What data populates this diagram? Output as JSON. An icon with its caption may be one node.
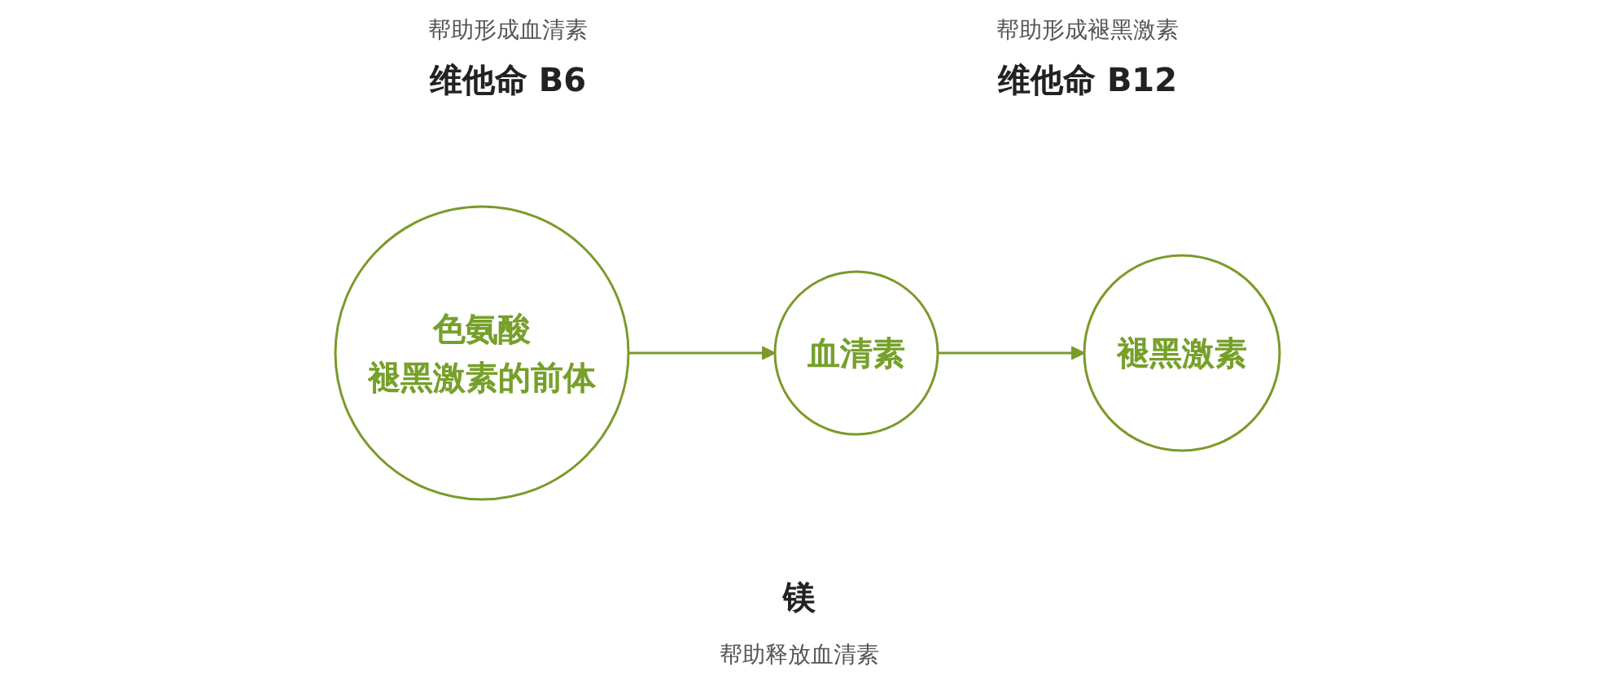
{
  "diagram": {
    "nodes": [
      {
        "text": [
          "色氨酸",
          "褪黑激素的前体"
        ]
      },
      {
        "text": [
          "血清素"
        ]
      },
      {
        "text": [
          "褪黑激素"
        ]
      }
    ],
    "edges": [
      {
        "from": 0,
        "to": 1,
        "arrow": "to"
      },
      {
        "from": 1,
        "to": 2,
        "arrow": "to"
      }
    ],
    "labels": [
      "帮助形成血清素",
      "维他命 B6",
      "帮助形成褪黑激素",
      "维他命 B12",
      "镁",
      "帮助释放血清素"
    ]
  }
}
